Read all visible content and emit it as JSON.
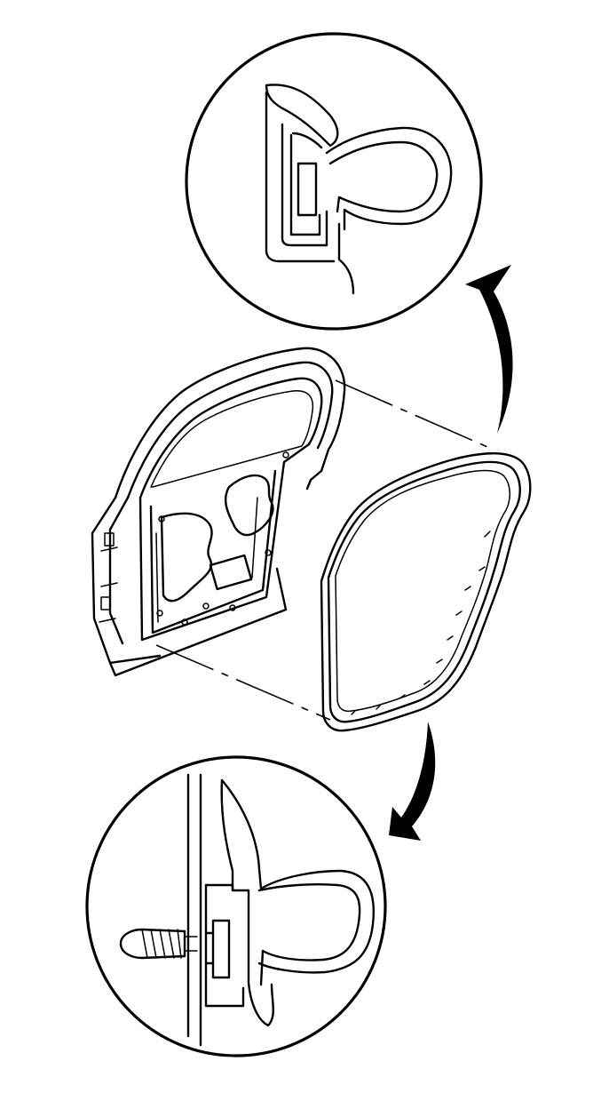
{
  "figure": {
    "type": "technical-illustration",
    "callouts": [
      {
        "name": "upper-seal-cross-section",
        "icon": "weatherstrip-profile-icon"
      },
      {
        "name": "lower-seal-with-retainer-clip",
        "icon": "push-pin-fastener-icon"
      }
    ],
    "parts": [
      "rear-door-frame",
      "door-weatherstrip-seal"
    ],
    "colors": {
      "line": "#000000",
      "background": "#ffffff"
    }
  }
}
